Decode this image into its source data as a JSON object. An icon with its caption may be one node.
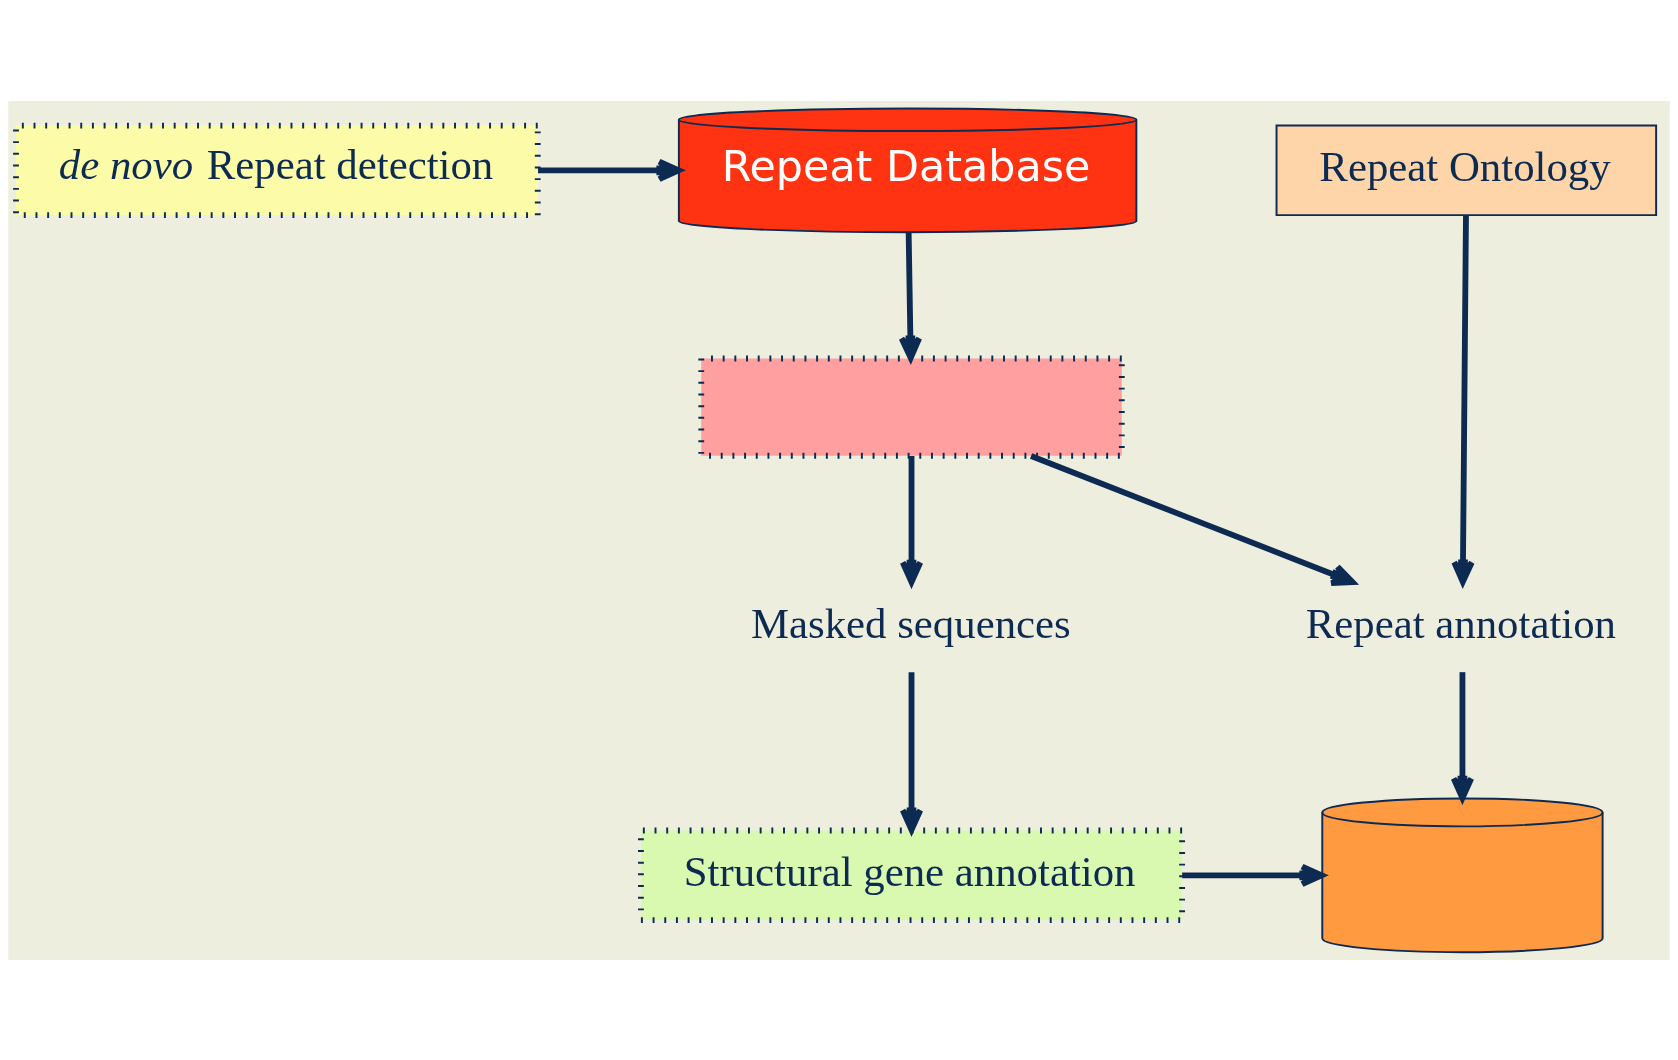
{
  "diagram": {
    "nodes": [
      {
        "text": [
          "*de novo* Repeat detection"
        ]
      },
      {
        "text": [
          "Repeat Database"
        ]
      },
      {
        "text": [
          "Repeat Ontology"
        ]
      },
      {
        "text": [],
        "shape": "box"
      },
      {
        "text": [
          "Masked sequences"
        ]
      },
      {
        "text": [
          "Repeat annotation"
        ]
      },
      {
        "text": [
          "Structural gene annotation"
        ]
      },
      {
        "text": [],
        "shape": "cylinder"
      }
    ],
    "edges": [
      {
        "from": 0,
        "to": 1,
        "arrow": "to"
      },
      {
        "from": 1,
        "to": 3,
        "arrow": "to"
      },
      {
        "from": 3,
        "to": 4,
        "arrow": "to"
      },
      {
        "from": 3,
        "to": 5,
        "arrow": "to"
      },
      {
        "from": 2,
        "to": 5,
        "arrow": "to"
      },
      {
        "from": 4,
        "to": 6,
        "arrow": "to"
      },
      {
        "from": 5,
        "to": 7,
        "arrow": "to"
      },
      {
        "from": 6,
        "to": 7,
        "arrow": "to"
      }
    ]
  }
}
